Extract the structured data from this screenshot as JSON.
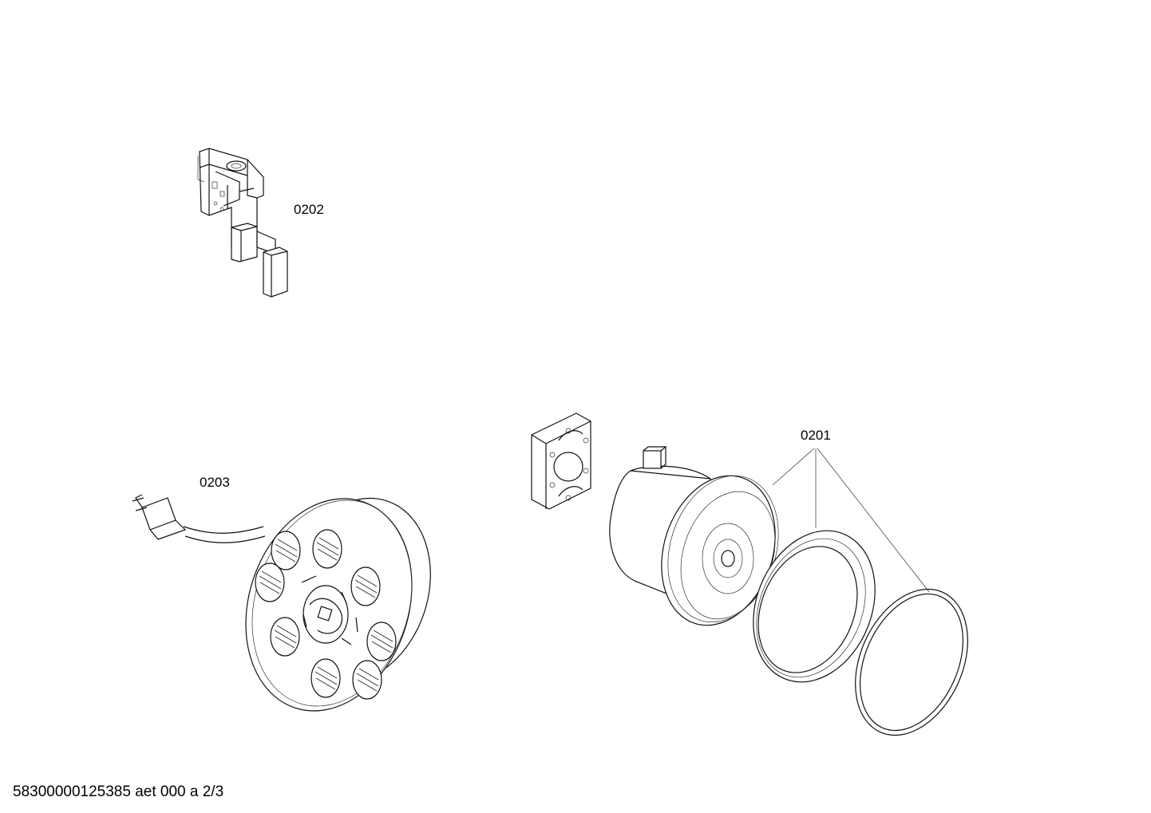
{
  "parts": [
    {
      "id": "part-switch",
      "label": "0202"
    },
    {
      "id": "part-cord-reel",
      "label": "0203"
    },
    {
      "id": "part-motor",
      "label": "0201"
    }
  ],
  "footer": {
    "doc_ref": "58300000125385 aet 000 a 2/3"
  }
}
